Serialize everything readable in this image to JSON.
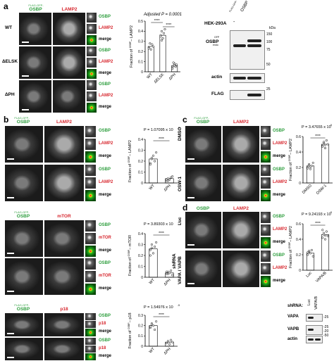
{
  "panels": {
    "a": "a",
    "b": "b",
    "c": "c",
    "d": "d"
  },
  "headers": {
    "osbp_tag": "FLAG-GFP-",
    "osbp": "OSBP",
    "lamp2": "LAMP2",
    "mtor": "mTOR",
    "p18": "p18"
  },
  "side_labels": {
    "osbp": "OSBP",
    "lamp2": "LAMP2",
    "mtor": "mTOR",
    "p18": "p18",
    "merge": "merge"
  },
  "rows": {
    "wt": "WT",
    "delsk": "ΔELSK",
    "dph": "ΔPH",
    "dmso": "DMSO",
    "osw": "OSW-1",
    "luc": "Luc",
    "vapa_vapb": "VAPA / VAPB",
    "shrna": "shRNA"
  },
  "blot_a": {
    "cell_line": "HEK-293A",
    "lane_dash": "-",
    "lane_tag": "FLAG-GFP-",
    "lane_osbp": "OSBP",
    "kda": "kDa",
    "markers": [
      "150",
      "100",
      "75",
      "50",
      "25"
    ],
    "osbp_label": "OSBP",
    "gfp_label": "GFP",
    "endo_label": "endo",
    "actin_label": "actin",
    "flag_label": "FLAG"
  },
  "blot_d": {
    "shrna_label": "shRNA:",
    "lanes": [
      "Luc",
      "VAPA/B"
    ],
    "vapa": "VAPA",
    "vapb": "VAPB",
    "actin": "actin",
    "m_vapa": "-25",
    "m_vapb1": "-25",
    "m_vapb2": "-20",
    "m_actin": "-50"
  },
  "colors": {
    "green": "#2e9e3e",
    "red": "#d7282f",
    "black": "#000000"
  },
  "chart_data": [
    {
      "id": "a-plot",
      "type": "scatter",
      "title": "Adjusted P = 0.0001",
      "ylabel_prefix": "Fraction of",
      "ylabel_sup": "OSBP",
      "ylabel_suffix": "– LAMP2",
      "categories": [
        "WT",
        "ΔELSK",
        "ΔPH"
      ],
      "ylim": [
        0,
        0.5
      ],
      "yticks": [
        0,
        0.1,
        0.2,
        0.3,
        0.4,
        0.5
      ],
      "ytick_labels": [
        "0",
        "0.1",
        "0.2",
        "0.3",
        "0.4",
        "0.5"
      ],
      "points": [
        [
          0.24,
          0.28,
          0.22,
          0.27,
          0.25,
          0.23
        ],
        [
          0.36,
          0.4,
          0.33,
          0.38,
          0.42,
          0.35,
          0.31
        ],
        [
          0.04,
          0.06,
          0.08,
          0.05,
          0.07,
          0.03,
          0.09,
          0.06
        ]
      ],
      "means": [
        0.25,
        0.36,
        0.06
      ],
      "sig": "****",
      "sig_pairs": [
        [
          0,
          1
        ],
        [
          1,
          2
        ]
      ]
    },
    {
      "id": "b-plot-1",
      "type": "scatter",
      "pvalue_label": "P = 1.07095 x 10",
      "pvalue_exp": "-5",
      "ylabel_prefix": "Fraction of",
      "ylabel_sup": "OSBP",
      "ylabel_suffix": "– LAMP2",
      "categories": [
        "WT",
        "ΔPH"
      ],
      "ylim": [
        0,
        0.4
      ],
      "yticks": [
        0,
        0.1,
        0.2,
        0.3,
        0.4
      ],
      "ytick_labels": [
        "0",
        "0.1",
        "0.2",
        "0.3",
        "0.4"
      ],
      "points": [
        [
          0.18,
          0.22,
          0.25,
          0.2,
          0.28,
          0.17,
          0.23
        ],
        [
          0.02,
          0.04,
          0.03,
          0.05,
          0.06,
          0.03,
          0.02
        ]
      ],
      "means": [
        0.22,
        0.04
      ],
      "sig": "****"
    },
    {
      "id": "b-plot-2",
      "type": "scatter",
      "pvalue_label": "P = 3.89303 x 10",
      "pvalue_exp": "-5",
      "ylabel_prefix": "Fraction of",
      "ylabel_sup": "OSBP",
      "ylabel_suffix": "– mTOR",
      "categories": [
        "WT",
        "ΔPH"
      ],
      "ylim": [
        0,
        0.4
      ],
      "yticks": [
        0,
        0.1,
        0.2,
        0.3,
        0.4
      ],
      "ytick_labels": [
        "0",
        "0.1",
        "0.2",
        "0.3",
        "0.4"
      ],
      "points": [
        [
          0.25,
          0.3,
          0.22,
          0.28,
          0.32,
          0.2,
          0.27
        ],
        [
          0.03,
          0.05,
          0.04,
          0.06,
          0.02,
          0.05,
          0.03
        ]
      ],
      "means": [
        0.26,
        0.04
      ],
      "sig": "****"
    },
    {
      "id": "b-plot-3",
      "type": "scatter",
      "pvalue_label": "P = 1.54976 x 10",
      "pvalue_exp": "-5",
      "ylabel_prefix": "Fraction of",
      "ylabel_sup": "OSBP",
      "ylabel_suffix": "– p18",
      "categories": [
        "WT",
        "ΔPH"
      ],
      "ylim": [
        0,
        0.3
      ],
      "yticks": [
        0,
        0.1,
        0.2,
        0.3
      ],
      "ytick_labels": [
        "0",
        "0.1",
        "0.2",
        "0.3"
      ],
      "points": [
        [
          0.18,
          0.22,
          0.2,
          0.16,
          0.24,
          0.19,
          0.21
        ],
        [
          0.03,
          0.05,
          0.02,
          0.06,
          0.04,
          0.03
        ]
      ],
      "means": [
        0.2,
        0.04
      ],
      "sig": "****"
    },
    {
      "id": "c-plot",
      "type": "scatter",
      "pvalue_label": "P = 3.47655 x 10",
      "pvalue_exp": "-5",
      "ylabel_prefix": "Fraction of",
      "ylabel_sup": "OSBP",
      "ylabel_suffix": "– LAMP2",
      "categories": [
        "DMSO",
        "OSW-1"
      ],
      "ylim": [
        0,
        0.6
      ],
      "yticks": [
        0,
        0.2,
        0.4,
        0.6
      ],
      "ytick_labels": [
        "0",
        "0.2",
        "0.4",
        "0.6"
      ],
      "points": [
        [
          0.2,
          0.24,
          0.18,
          0.22,
          0.26,
          0.19,
          0.23,
          0.21
        ],
        [
          0.48,
          0.52,
          0.45,
          0.55,
          0.5,
          0.47,
          0.53,
          0.49
        ]
      ],
      "means": [
        0.22,
        0.5
      ],
      "sig": "****"
    },
    {
      "id": "d-plot",
      "type": "scatter",
      "pvalue_label": "P = 9.24193 x 10",
      "pvalue_exp": "-5",
      "ylabel_prefix": "Fraction of",
      "ylabel_sup": "OSBP",
      "ylabel_suffix": "– LAMP2",
      "categories": [
        "Luc",
        "VAPA/B"
      ],
      "ylim": [
        0,
        0.6
      ],
      "yticks": [
        0,
        0.2,
        0.4,
        0.6
      ],
      "ytick_labels": [
        "0",
        "0.2",
        "0.4",
        "0.6"
      ],
      "points": [
        [
          0.2,
          0.24,
          0.22,
          0.26,
          0.18,
          0.23,
          0.25
        ],
        [
          0.42,
          0.48,
          0.45,
          0.5,
          0.44,
          0.52,
          0.46,
          0.4
        ]
      ],
      "means": [
        0.22,
        0.46
      ],
      "sig": "****"
    }
  ]
}
